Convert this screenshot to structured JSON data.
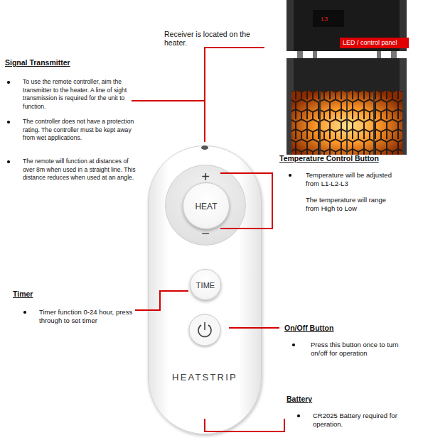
{
  "diagram": {
    "nodes": [
      {
        "text": [
          "HEATSTRIP"
        ]
      },
      {
        "text": [
          "+",
          "−"
        ],
        "in": 0
      },
      {
        "text": [
          "HEAT"
        ],
        "in": 1
      },
      {
        "text": [
          "TIME"
        ],
        "in": 0
      },
      {
        "text": [
          "LED / control panel"
        ]
      }
    ],
    "labels": [
      "Receiver is located on the heater.",
      "L3",
      "Signal Transmitter",
      "To use the remote controller, aim the transmitter to the heater. A line of sight transmission is required for the unit to function.",
      "The controller does not have a protection rating. The controller must be kept away from wet applications.",
      "The remote will function at distances of over 8m when used in a straight line. This distance reduces when used at an angle.",
      "Temperature Control Button",
      "Temperature will be adjusted from L1-L2-L3",
      "The temperature will range from High to Low",
      "Timer",
      "Timer function 0-24 hour, press through to set timer",
      "On/Off Button",
      "Press this button once to turn on/off for operation",
      "Battery",
      "CR2025 Battery required for operation."
    ]
  }
}
